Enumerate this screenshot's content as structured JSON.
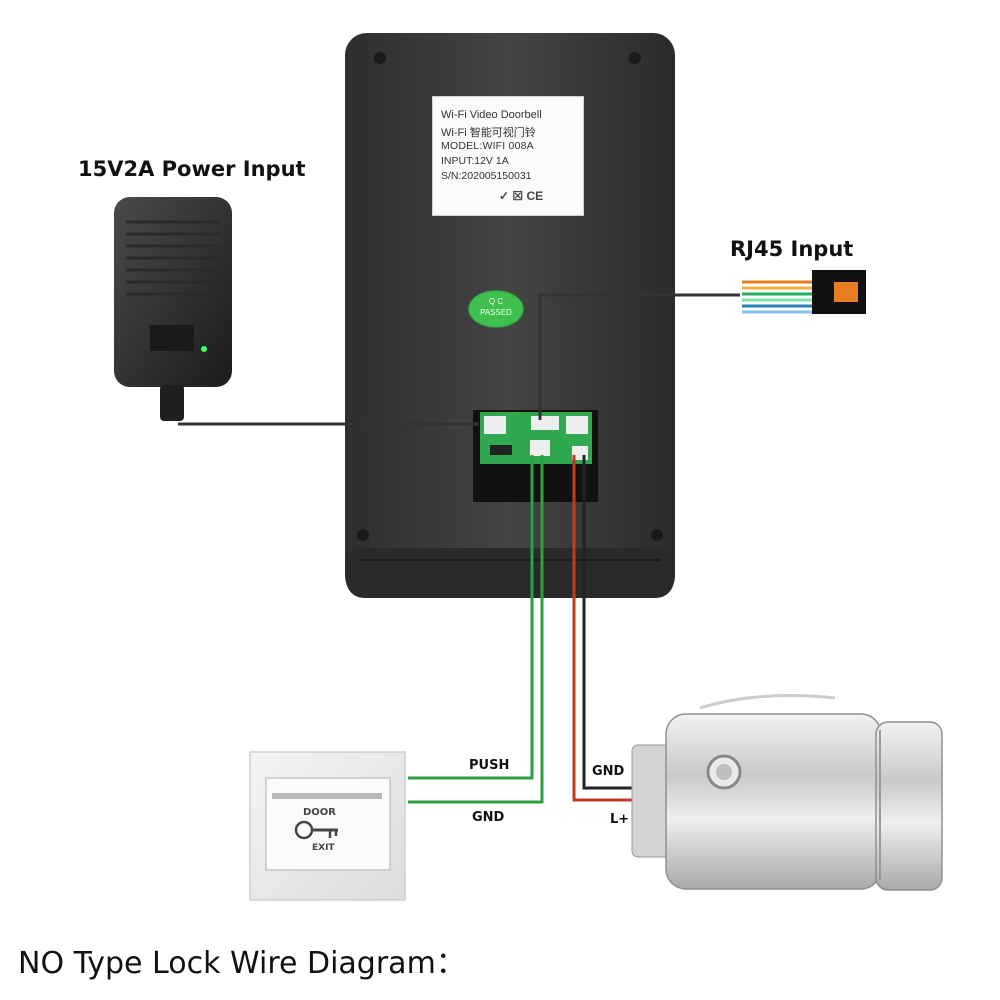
{
  "labels": {
    "power_input": "15V2A Power Input",
    "rj45_input": "RJ45  Input",
    "push": "PUSH",
    "gnd_exit": "GND",
    "gnd_lock": "GND",
    "l_plus": "L+"
  },
  "caption": "NO Type Lock Wire Diagram：",
  "nameplate": {
    "line1": "Wi-Fi  Video Doorbell",
    "line2": "Wi-Fi 智能可视门铃",
    "model": "MODEL:WIFI 008A",
    "input": "INPUT:12V 1A",
    "serial": "S/N:202005150031",
    "cert_marks": "✓ ☒ CE"
  },
  "qc_sticker": {
    "line1": "Q C",
    "line2": "PASSED"
  },
  "exit_button": {
    "door": "DOOR",
    "exit": "EXIT"
  },
  "colors": {
    "device_body": "#3a3a3a",
    "green_wire": "#2ea043",
    "red_wire": "#c0392b",
    "black_wire": "#222222"
  }
}
